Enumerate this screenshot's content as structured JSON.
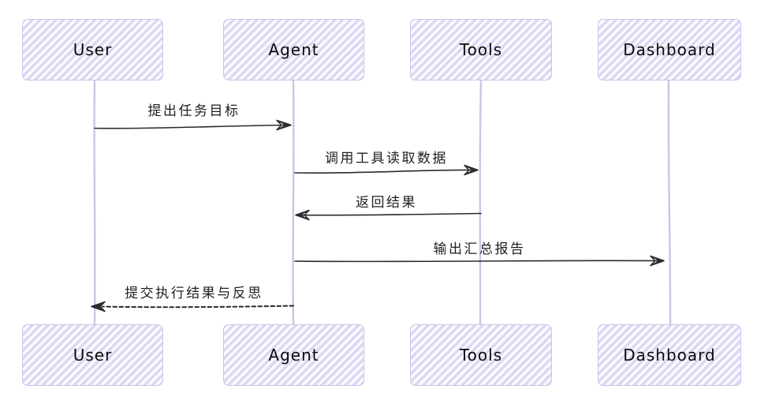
{
  "diagram": {
    "type": "sequence-diagram",
    "style": "hand-drawn-sketch",
    "actors": [
      {
        "id": "user",
        "label": "User"
      },
      {
        "id": "agent",
        "label": "Agent"
      },
      {
        "id": "tools",
        "label": "Tools"
      },
      {
        "id": "dashboard",
        "label": "Dashboard"
      }
    ],
    "messages": [
      {
        "from": "User",
        "to": "Agent",
        "label": "提出任务目标",
        "line": "solid",
        "direction": "right"
      },
      {
        "from": "Agent",
        "to": "Tools",
        "label": "调用工具读取数据",
        "line": "solid",
        "direction": "right"
      },
      {
        "from": "Tools",
        "to": "Agent",
        "label": "返回结果",
        "line": "solid",
        "direction": "left"
      },
      {
        "from": "Agent",
        "to": "Dashboard",
        "label": "输出汇总报告",
        "line": "solid",
        "direction": "right"
      },
      {
        "from": "Agent",
        "to": "User",
        "label": "提交执行结果与反思",
        "line": "dashed",
        "direction": "left"
      }
    ],
    "colors": {
      "background": "#ffffff",
      "actor_fill_stripe": "#dcd7f2",
      "actor_fill_base": "#fbfafe",
      "actor_border": "#cdc4ed",
      "lifeline": "#ccc3ea",
      "message_line": "#2b2b2b",
      "text": "#0b0b0b"
    }
  }
}
